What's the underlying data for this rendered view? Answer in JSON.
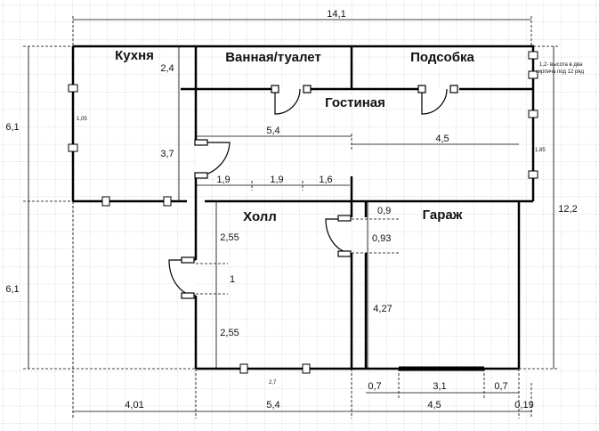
{
  "rooms": {
    "kitchen": "Кухня",
    "bathroom": "Ванная/туалет",
    "utility": "Подсобка",
    "living": "Гостиная",
    "hall": "Холл",
    "garage": "Гараж"
  },
  "dimensions": {
    "overall_width": "14,1",
    "overall_height": "12,2",
    "left_top_height": "6,1",
    "left_bottom_height": "6,1",
    "bath_height": "2,4",
    "living_height": "3,7",
    "living_width_left": "5,4",
    "living_width_right": "4,5",
    "seg_1": "1,9",
    "seg_2": "1,9",
    "seg_3": "1,6",
    "hall_upper": "2,55",
    "hall_door": "1",
    "hall_lower": "2,55",
    "garage_top": "0,9",
    "garage_door": "0,93",
    "garage_side": "4,27",
    "bottom_left": "4,01",
    "bottom_mid": "5,4",
    "bottom_right": "4,5",
    "bottom_edge": "0,19",
    "gate_left": "0,7",
    "gate_mid": "3,1",
    "gate_right": "0,7",
    "window_right": "1,85",
    "window_kitchen": "1,05",
    "window_bottom": "2,7"
  },
  "note": {
    "line1": "1,2- высота в два",
    "line2": "кирпича под 12 ряд"
  },
  "colors": {
    "wall": "#000000",
    "grid": "#b4b4b4",
    "gate": "#000000"
  }
}
